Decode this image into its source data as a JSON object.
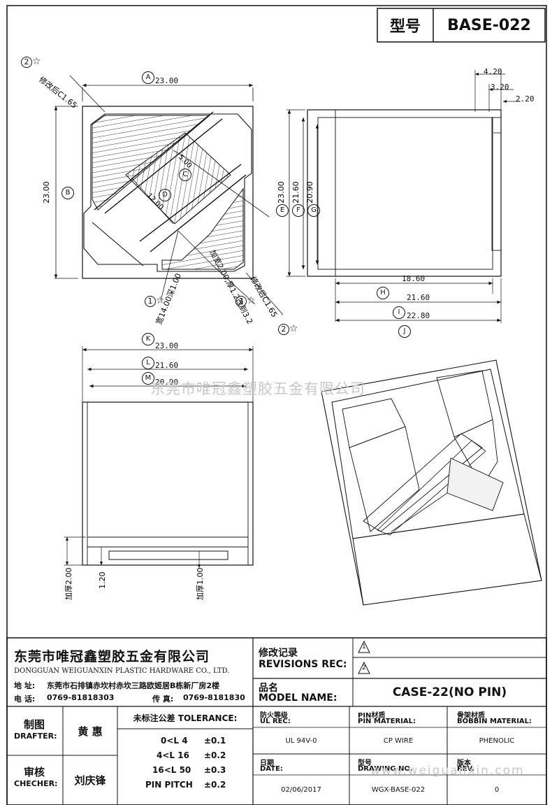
{
  "header": {
    "model_label": "型号",
    "model_value": "BASE-022"
  },
  "views": {
    "top": {
      "dim_A": "23.00",
      "dim_B": "23.00",
      "dim_C": "5.00",
      "dim_D": "12.00",
      "note_2_top": "修改后C1.65",
      "note_1": "宽14.00深1.00",
      "note_3": "加宽2.00,厚1.2改到3.2",
      "note_2_bottom": "修改后C1.65"
    },
    "side": {
      "dim_top_1": "4.20",
      "dim_top_2": "3.20",
      "dim_top_3": "2.20",
      "dim_E": "23.00",
      "dim_F": "21.60",
      "dim_G": "20.90",
      "dim_H": "18.60",
      "dim_I": "21.60",
      "dim_J": "22.80"
    },
    "front": {
      "dim_K": "23.00",
      "dim_L": "21.60",
      "dim_M": "20.90",
      "note_left": "加厚2.00",
      "dim_small": "1.20",
      "note_mid": "加厚1.00"
    },
    "circle_labels": [
      "A",
      "B",
      "C",
      "D",
      "E",
      "F",
      "G",
      "H",
      "I",
      "J",
      "K",
      "L",
      "M"
    ],
    "rev_markers": [
      "1",
      "2",
      "3"
    ]
  },
  "watermark": "东莞市唯冠鑫塑胶五金有限公司",
  "watermark_url": "www.weiguanxin.com",
  "title_block": {
    "company_cn": "东莞市唯冠鑫塑胶五金有限公司",
    "company_en": "DONGGUAN WEIGUANXIN PLASTIC HARDWARE CO., LTD.",
    "address_label": "地  址:",
    "address": "东莞市石排镇赤坎村赤坎三路欧姬居B栋新厂房2楼",
    "phone_label": "电  话:",
    "phone": "0769-81818303",
    "fax_label": "传  真:",
    "fax": "0769-8181830",
    "revisions_cn": "修改记录",
    "revisions_en": "REVISIONS REC:",
    "rev_1": "1",
    "rev_2": "2",
    "model_name_cn": "品名",
    "model_name_en": "MODEL NAME:",
    "model_name_value": "CASE-22(NO PIN)",
    "drafter_cn": "制图",
    "drafter_en": "DRAFTER:",
    "drafter_name": "黄  惠",
    "checker_cn": "审核",
    "checker_en": "CHECHER:",
    "checker_name": "刘庆锋",
    "tolerance_title": "未标注公差 TOLERANCE:",
    "tolerance_rows": [
      {
        "range": "0<L  4",
        "value": "±0.1"
      },
      {
        "range": "4<L  16",
        "value": "±0.2"
      },
      {
        "range": "16<L  50",
        "value": "±0.3"
      },
      {
        "range": "PIN PITCH",
        "value": "±0.2"
      }
    ],
    "ul_rec_cn": "防火等级",
    "ul_rec_en": "UL REC:",
    "ul_rec_value": "UL 94V-0",
    "pin_material_cn": "PIN材质",
    "pin_material_en": "PIN MATERIAL:",
    "pin_material_value": "CP WIRE",
    "bobbin_material_cn": "骨架材质",
    "bobbin_material_en": "BOBBIN MATERIAL:",
    "bobbin_material_value": "PHENOLIC",
    "date_cn": "日期",
    "date_en": "DATE:",
    "date_value": "02/06/2017",
    "drawing_no_cn": "型号",
    "drawing_no_en": "DRAWING NO.",
    "drawing_no_value": "WGX-BASE-022",
    "rev_cn": "版本",
    "rev_en": "REV.",
    "rev_value": "0"
  }
}
